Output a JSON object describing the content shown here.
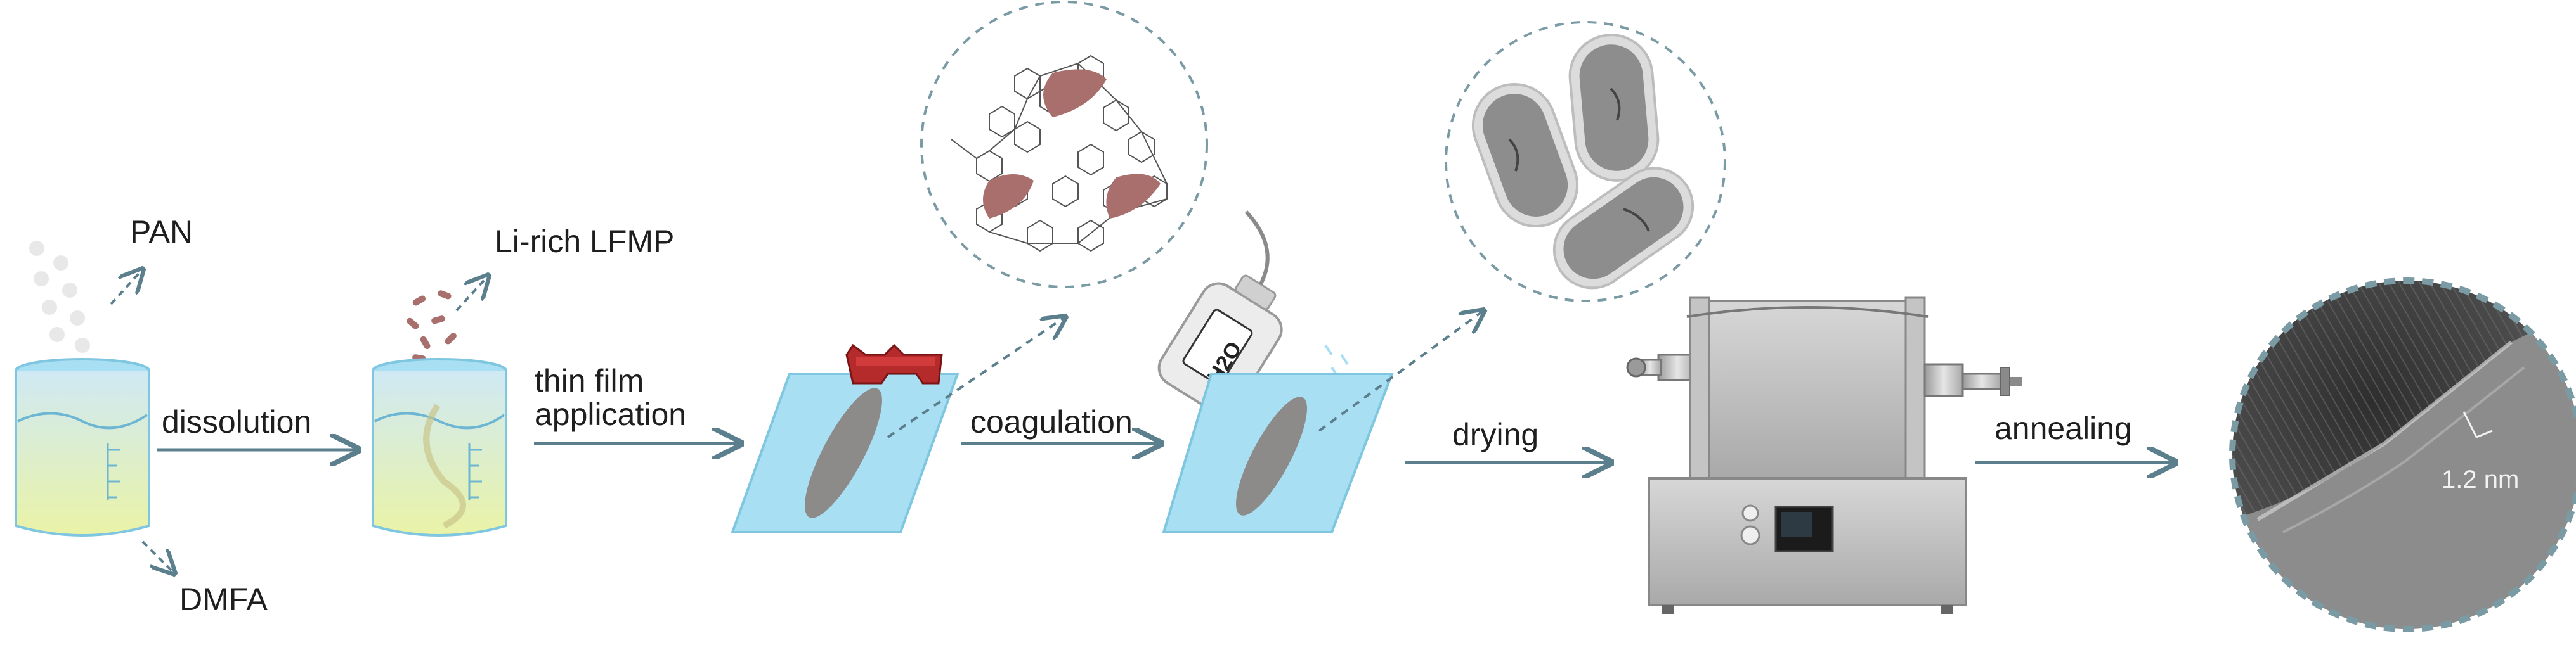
{
  "labels": {
    "pan": "PAN",
    "dmfa": "DMFA",
    "li_rich_lfmp": "Li-rich LFMP",
    "dissolution": "dissolution",
    "thin_film_application": "thin film application",
    "coagulation": "coagulation",
    "drying": "drying",
    "annealing": "annealing",
    "bottle_label": "H2O",
    "scale_bar": "1.2 nm"
  },
  "colors": {
    "arrow": "#5b7f8c",
    "liquid": "#e4f0b0",
    "glass": "#bfe6f5",
    "slide": "#a9dff2",
    "film": "#8d8a8a",
    "particle": "#a86f6c",
    "furnace": "#b9b9b9",
    "tem_bg": "#5a5a5a"
  }
}
